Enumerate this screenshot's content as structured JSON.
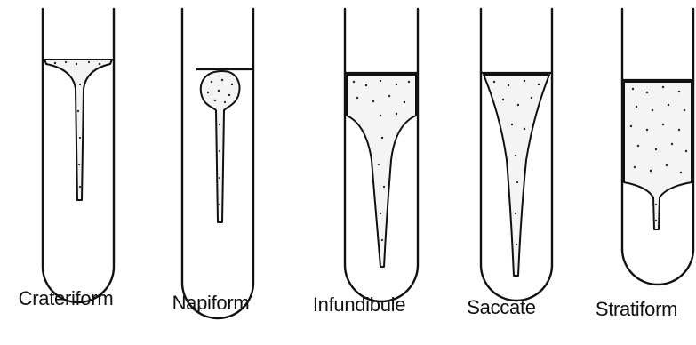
{
  "labels": {
    "crateriform": "Crateriform",
    "napiform": "Napiform",
    "infundibule": "Infundibule",
    "saccate": "Saccate",
    "stratiform": "Stratiform"
  }
}
